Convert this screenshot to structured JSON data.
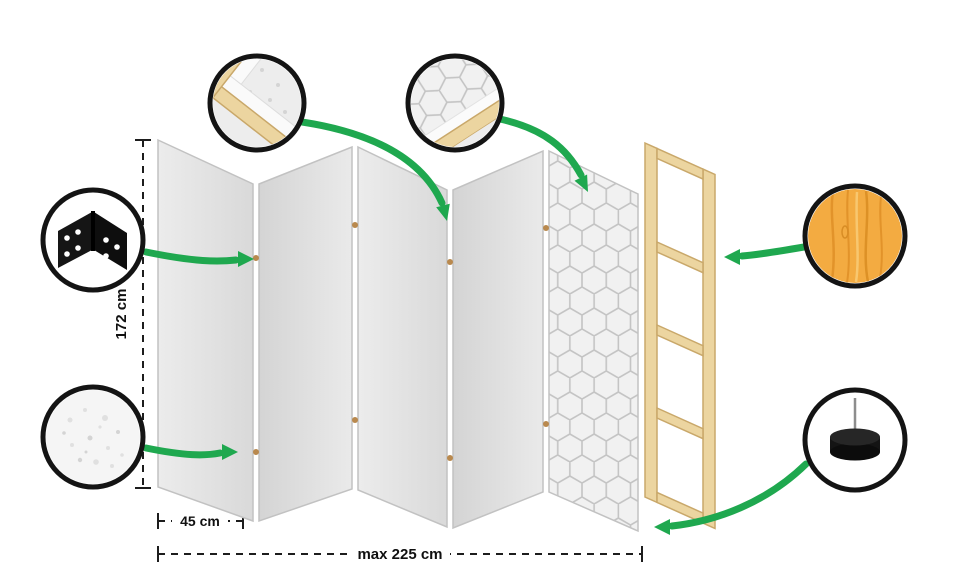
{
  "diagram": {
    "product": "5-panel folding room divider construction diagram",
    "panel_count": 5,
    "dimensions": {
      "height": "172 cm",
      "panel_width": "45 cm",
      "total_width": "max 225 cm"
    },
    "callouts": [
      {
        "icon": "hinge-icon"
      },
      {
        "icon": "fleece-texture-icon"
      },
      {
        "icon": "frame-corner-icon"
      },
      {
        "icon": "print-edge-icon"
      },
      {
        "icon": "wood-texture-icon"
      },
      {
        "icon": "foot-icon"
      }
    ]
  },
  "colors": {
    "green": "#1fa84f",
    "wood": "#ecd5a0",
    "wood_stroke": "#c9a86a",
    "panel_stroke": "#c2c2c2",
    "dim": "#1d1d1d",
    "pattern_line": "#c4c4c4",
    "pattern_bg": "#f1f1f1",
    "wood_grain": "#e2932a",
    "wood_fill": "#f3ab41",
    "ink": "#141414"
  }
}
